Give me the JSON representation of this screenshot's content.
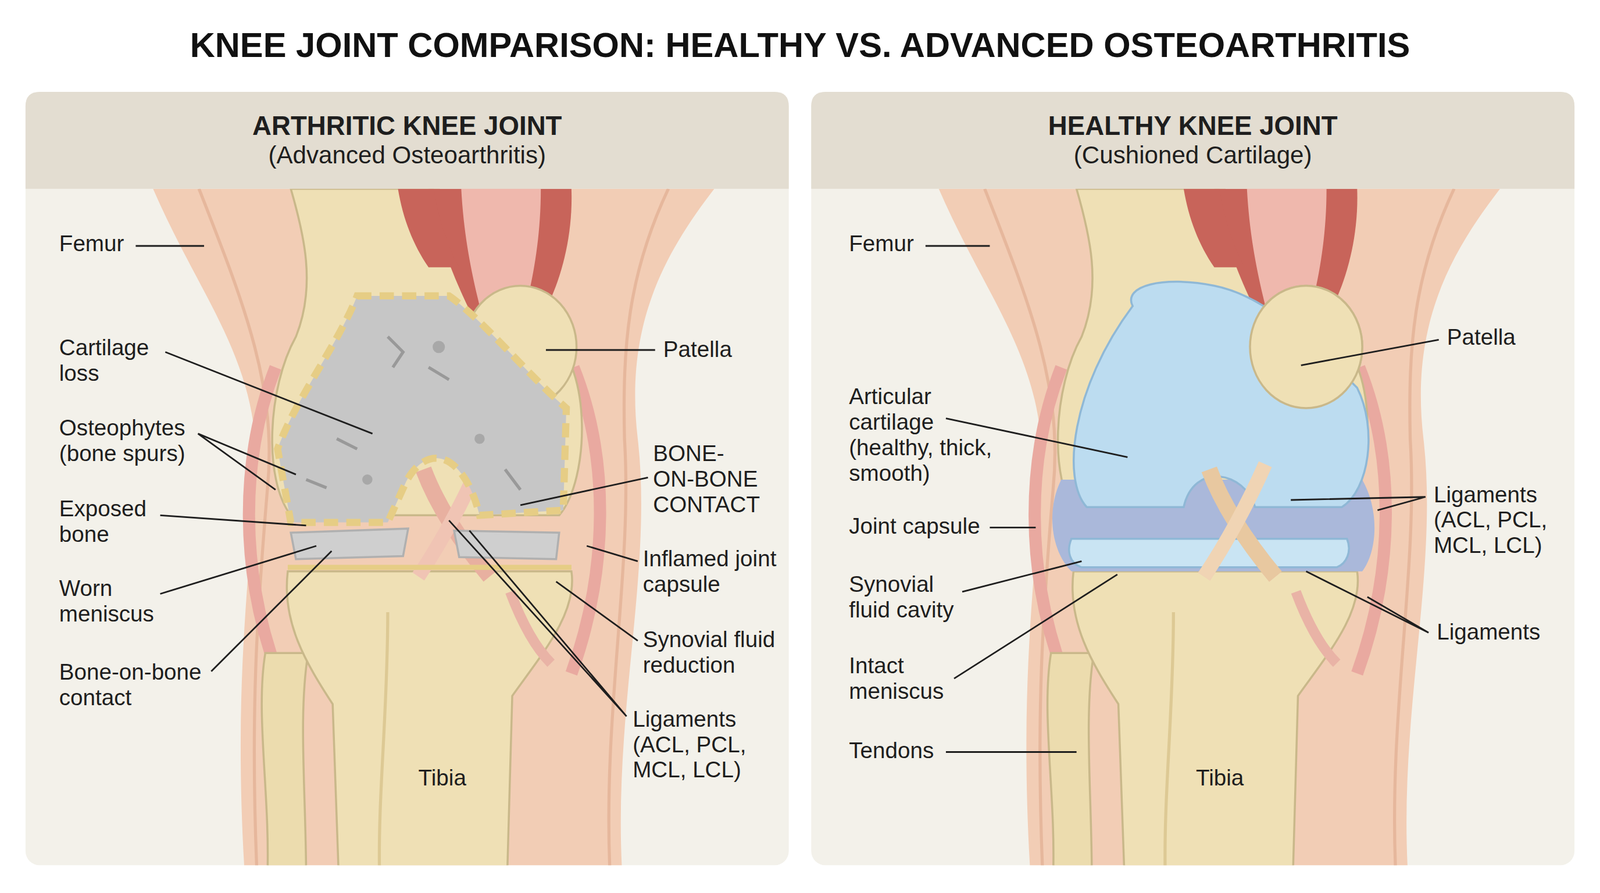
{
  "diagram": {
    "title": "KNEE JOINT COMPARISON: HEALTHY VS. ADVANCED OSTEOARTHRITIS",
    "nodes": [
      {
        "text": [
          "ARTHRITIC KNEE JOINT",
          "(Advanced Osteoarthritis)"
        ]
      },
      {
        "text": [
          "HEALTHY KNEE JOINT",
          "(Cushioned Cartilage)"
        ]
      }
    ],
    "labels": [
      "Femur",
      "Cartilage loss",
      "Osteophytes (bone spurs)",
      "Exposed bone",
      "Worn meniscus",
      "Bone-on-bone contact",
      "Patella",
      "BONE-ON-BONE CONTACT",
      "Inflamed joint capsule",
      "Synovial fluid reduction",
      "Ligaments (ACL, PCL, MCL, LCL)",
      "Tibia",
      "Femur",
      "Patella",
      "Articular cartilage (healthy, thick, smooth)",
      "Ligaments (ACL, PCL, MCL, LCL)",
      "Joint capsule",
      "Synovial fluid cavity",
      "Intact meniscus",
      "Ligaments",
      "Tendons",
      "Tibia"
    ]
  }
}
